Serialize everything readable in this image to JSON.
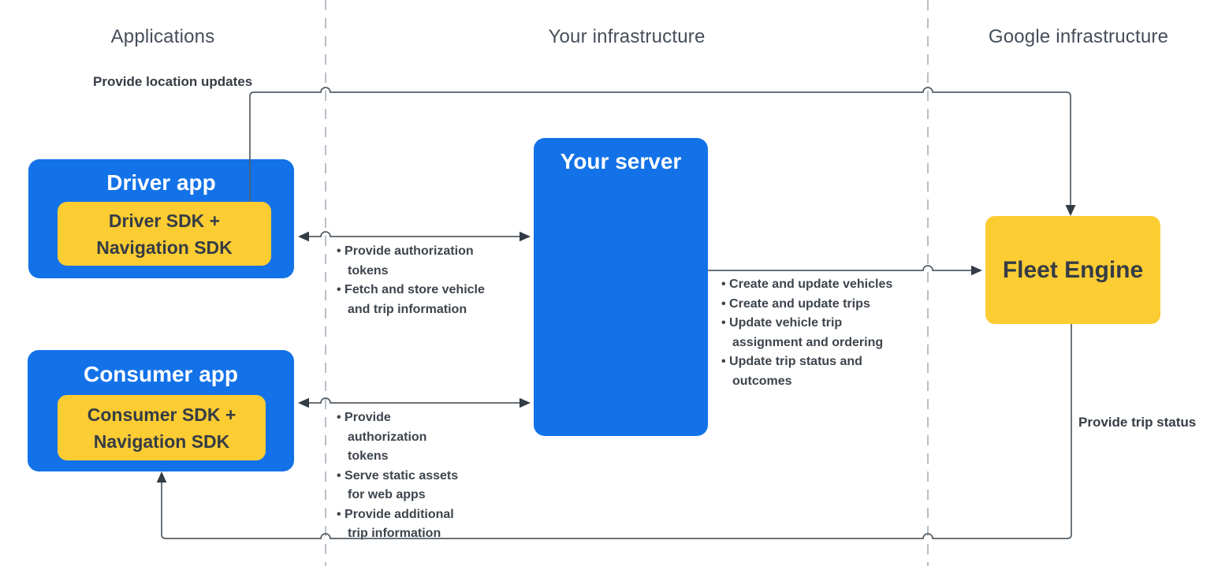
{
  "lanes": [
    {
      "label": "Applications"
    },
    {
      "label": "Your infrastructure"
    },
    {
      "label": "Google infrastructure"
    }
  ],
  "nodes": {
    "driver_app": {
      "title": "Driver app",
      "sdk_label": "Driver SDK + Navigation SDK"
    },
    "consumer_app": {
      "title": "Consumer app",
      "sdk_label": "Consumer SDK + Navigation SDK"
    },
    "your_server": {
      "title": "Your server"
    },
    "fleet_engine": {
      "title": "Fleet Engine"
    }
  },
  "edges": {
    "driver_to_fleet": {
      "label": "Provide location updates"
    },
    "fleet_to_consumer": {
      "label": "Provide trip status"
    },
    "driver_server": {
      "items": [
        "Provide authorization tokens",
        "Fetch and store vehicle and trip information"
      ]
    },
    "consumer_server": {
      "items": [
        "Provide authorization tokens",
        "Serve static assets for web apps",
        "Provide additional trip information"
      ]
    },
    "server_fleet": {
      "items": [
        "Create and update vehicles",
        "Create and update trips",
        "Update vehicle trip assignment and ordering",
        "Update trip status and outcomes"
      ]
    }
  },
  "colors": {
    "blue": "#1372e8",
    "yellow": "#fccc33",
    "dark-text": "#353c45",
    "line": "#555e66",
    "arrowhead": "#333b44",
    "dashed": "#b9bfc7",
    "lane-label": "#454e5a",
    "bullet-text": "#3d444c"
  }
}
